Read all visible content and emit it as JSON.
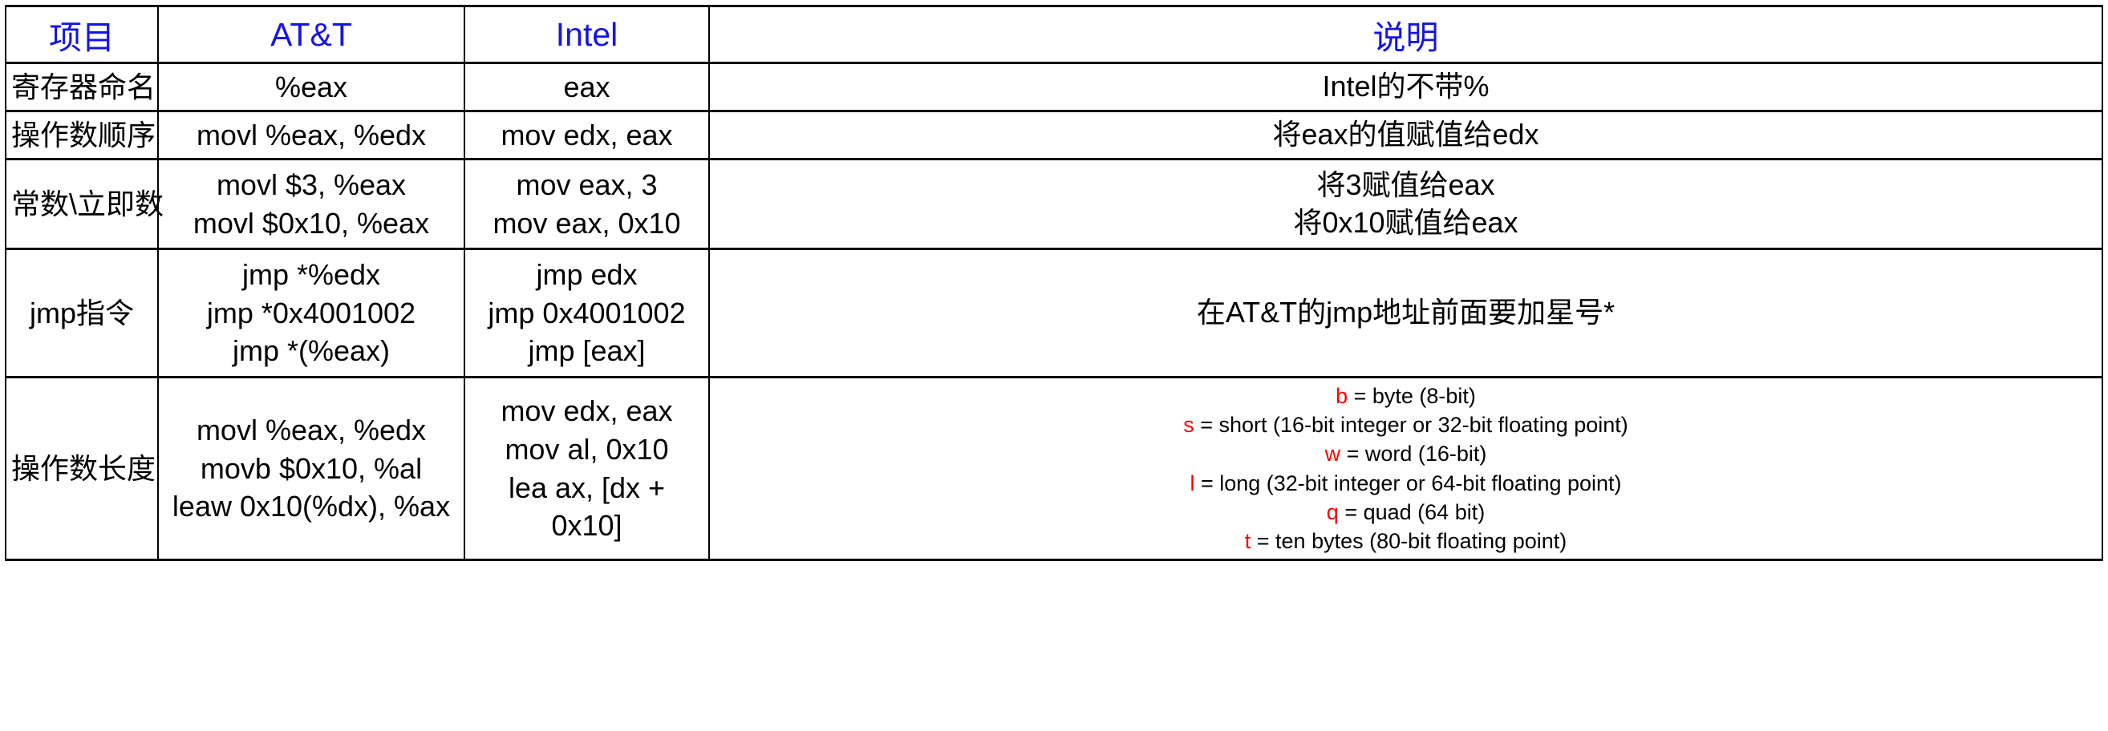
{
  "table": {
    "headers": [
      {
        "label": "项目",
        "name": "col-item"
      },
      {
        "label": "AT&T",
        "name": "col-att"
      },
      {
        "label": "Intel",
        "name": "col-intel"
      },
      {
        "label": "说明",
        "name": "col-desc"
      }
    ],
    "header_color": "#1414e6",
    "accent_color": "#fe0000",
    "rows": [
      {
        "item": "寄存器命名",
        "att": "%eax",
        "intel": "eax",
        "desc": "Intel的不带%"
      },
      {
        "item": "操作数顺序",
        "att": "movl %eax, %edx",
        "intel": "mov edx, eax",
        "desc": "将eax的值赋值给edx"
      },
      {
        "item": "常数\\立即数",
        "att": "movl $3, %eax\nmovl $0x10, %eax",
        "intel": "mov eax, 3\nmov eax, 0x10",
        "desc": "将3赋值给eax\n将0x10赋值给eax"
      },
      {
        "item": "jmp指令",
        "att": "jmp *%edx\njmp *0x4001002\njmp *(%eax)",
        "intel": "jmp edx\njmp 0x4001002\njmp [eax]",
        "desc": "在AT&T的jmp地址前面要加星号*"
      },
      {
        "item": "操作数长度",
        "att": "movl %eax, %edx\nmovb $0x10, %al\nleaw   0x10(%dx), %ax",
        "intel": "mov edx, eax\nmov al, 0x10\nlea ax, [dx + 0x10]",
        "desc": ""
      }
    ],
    "size_suffixes": [
      {
        "letter": "b",
        "text": " = byte (8-bit)"
      },
      {
        "letter": "s",
        "text": " = short (16-bit integer or 32-bit floating point)"
      },
      {
        "letter": "w",
        "text": " = word (16-bit)"
      },
      {
        "letter": "l",
        "text": " = long (32-bit integer or 64-bit floating point)"
      },
      {
        "letter": "q",
        "text": " = quad (64 bit)"
      },
      {
        "letter": "t",
        "text": " = ten bytes (80-bit floating point)"
      }
    ]
  }
}
